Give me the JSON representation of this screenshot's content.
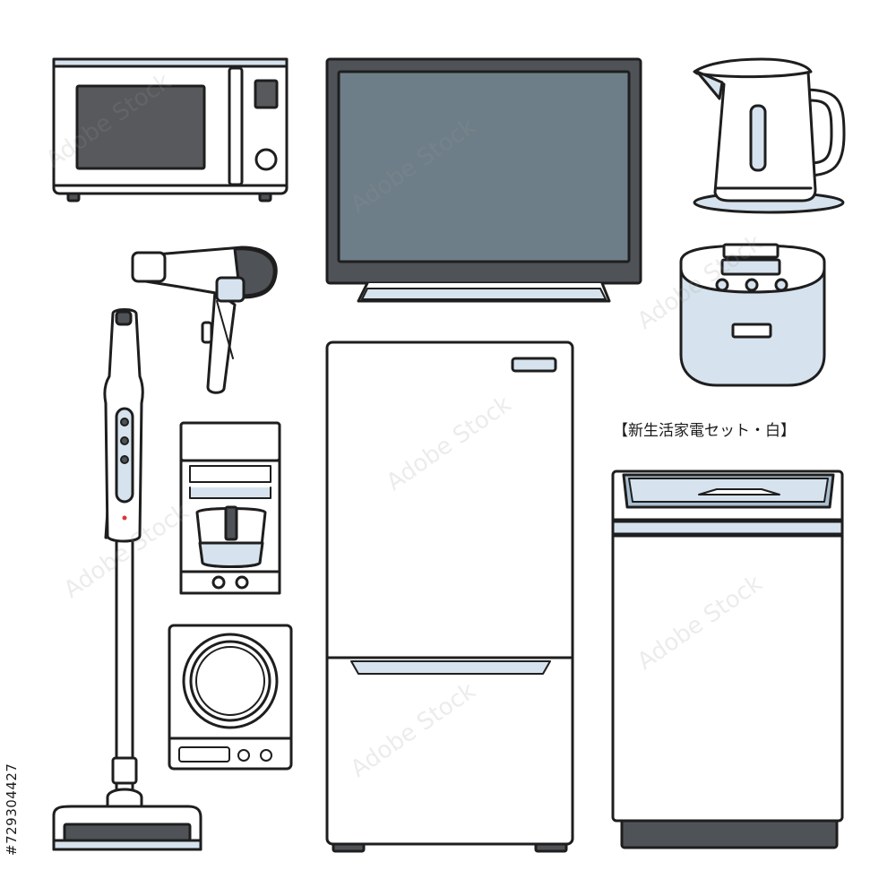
{
  "caption": "【新生活家電セット・白】",
  "stock_id": "#729304427",
  "watermark": "Adobe Stock",
  "colors": {
    "outline": "#1e1e1e",
    "body": "#ffffff",
    "screen": "#6e7e88",
    "screen_dark": "#57595c",
    "accent_blue": "#d6e3ee",
    "accent_mid": "#a9bfd0",
    "dark_base": "#4f5256"
  },
  "items": [
    {
      "name": "microwave",
      "icon": "microwave-icon"
    },
    {
      "name": "television",
      "icon": "tv-icon"
    },
    {
      "name": "electric-kettle",
      "icon": "kettle-icon"
    },
    {
      "name": "hair-dryer",
      "icon": "hair-dryer-icon"
    },
    {
      "name": "rice-cooker",
      "icon": "rice-cooker-icon"
    },
    {
      "name": "stick-vacuum",
      "icon": "vacuum-icon"
    },
    {
      "name": "refrigerator",
      "icon": "refrigerator-icon"
    },
    {
      "name": "coffee-maker",
      "icon": "coffee-maker-icon"
    },
    {
      "name": "drum-washer",
      "icon": "drum-washer-icon"
    },
    {
      "name": "top-load-washer",
      "icon": "washing-machine-icon"
    }
  ]
}
